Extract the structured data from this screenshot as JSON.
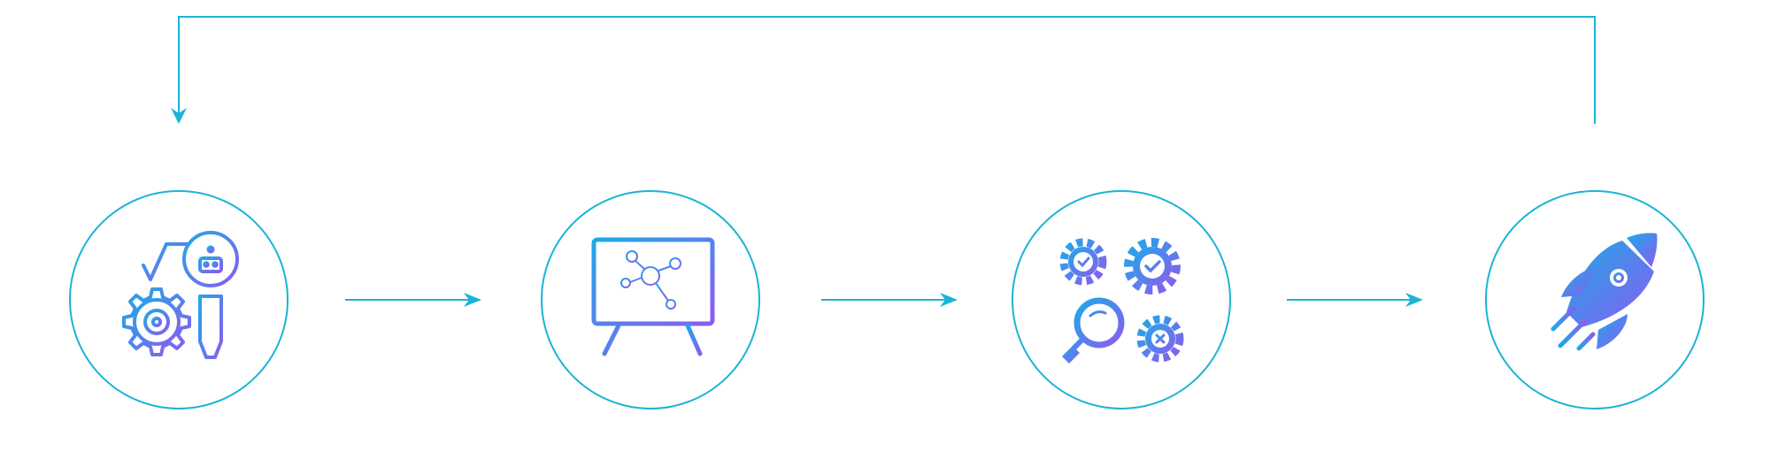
{
  "colors": {
    "line": "#1ab4d6",
    "gradient_start": "#1ea9e8",
    "gradient_end": "#8b5cf0",
    "background": "#ffffff"
  },
  "steps": [
    {
      "icon": "robot-design-gear-pencil-icon"
    },
    {
      "icon": "presentation-board-network-icon"
    },
    {
      "icon": "testing-gears-magnifier-icon"
    },
    {
      "icon": "rocket-launch-icon"
    }
  ],
  "connectors": [
    {
      "from": 0,
      "to": 1,
      "direction": "right"
    },
    {
      "from": 1,
      "to": 2,
      "direction": "right"
    },
    {
      "from": 2,
      "to": 3,
      "direction": "right"
    },
    {
      "from": 3,
      "to": 0,
      "direction": "loop-back"
    }
  ]
}
